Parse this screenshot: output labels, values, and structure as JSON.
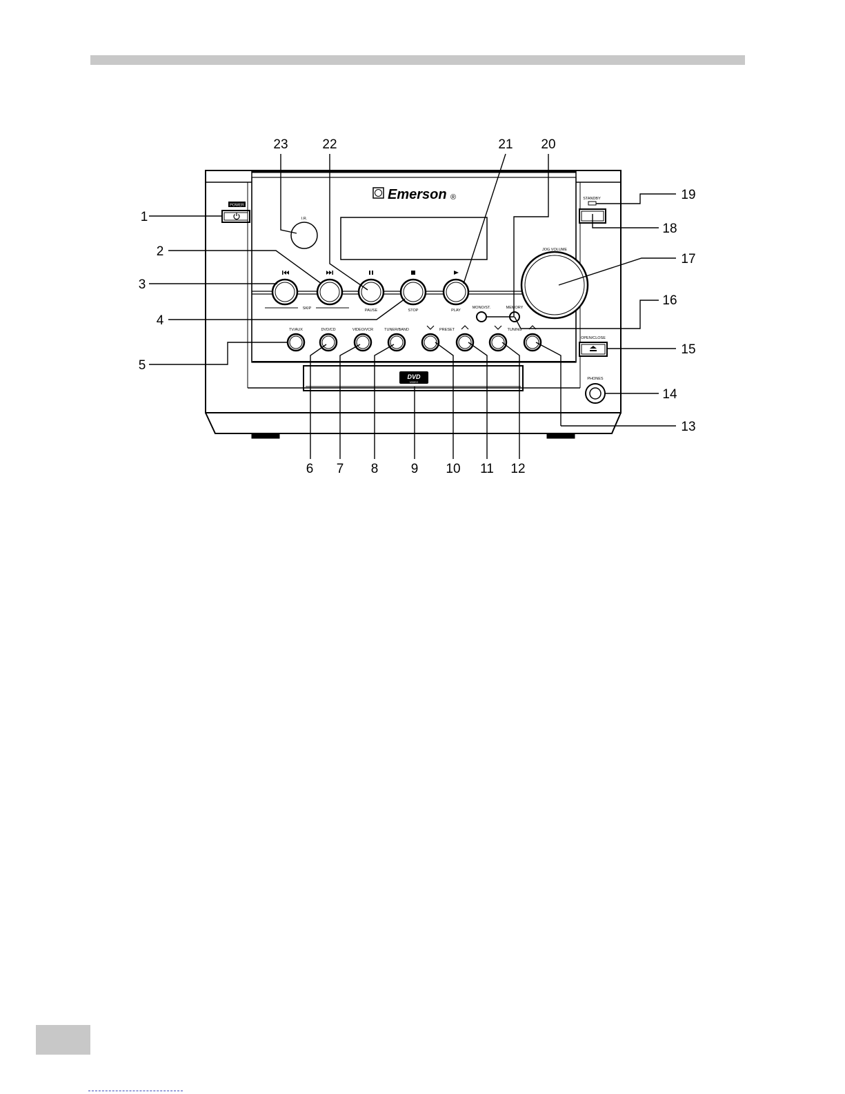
{
  "brand": {
    "name": "Emerson",
    "registered_mark": "®"
  },
  "panel_labels": {
    "power": "POWER",
    "ir": "I.R.",
    "skip": "SKIP",
    "pause": "PAUSE",
    "stop": "STOP",
    "play": "PLAY",
    "mono_st": "MONO/ST.",
    "memory": "MEMORY",
    "jog_volume": "JOG VOLUME",
    "standby": "STANDBY",
    "open_close": "OPEN/CLOSE",
    "phones": "PHONES",
    "tv_aux": "TV/AUX",
    "dvd_cd": "DVD/CD",
    "video_vcr": "VIDEO/VCR",
    "tuner_band": "TUNER/BAND",
    "preset": "PRESET",
    "tuning": "TUNING",
    "dvd_logo_top": "DVD",
    "dvd_logo_bottom": "VIDEO"
  },
  "callouts": {
    "n1": "1",
    "n2": "2",
    "n3": "3",
    "n4": "4",
    "n5": "5",
    "n6": "6",
    "n7": "7",
    "n8": "8",
    "n9": "9",
    "n10": "10",
    "n11": "11",
    "n12": "12",
    "n13": "13",
    "n14": "14",
    "n15": "15",
    "n16": "16",
    "n17": "17",
    "n18": "18",
    "n19": "19",
    "n20": "20",
    "n21": "21",
    "n22": "22",
    "n23": "23"
  },
  "icons": {
    "prev": "skip-back-icon",
    "next": "skip-forward-icon",
    "pause": "pause-icon",
    "stop": "stop-icon",
    "play": "play-icon",
    "eject": "eject-icon",
    "power": "power-icon",
    "preset_down": "chevron-down-icon",
    "preset_up": "chevron-up-icon"
  },
  "colors": {
    "rule_gray": "#c8c8c8",
    "footer_rule": "#3a46b8"
  }
}
